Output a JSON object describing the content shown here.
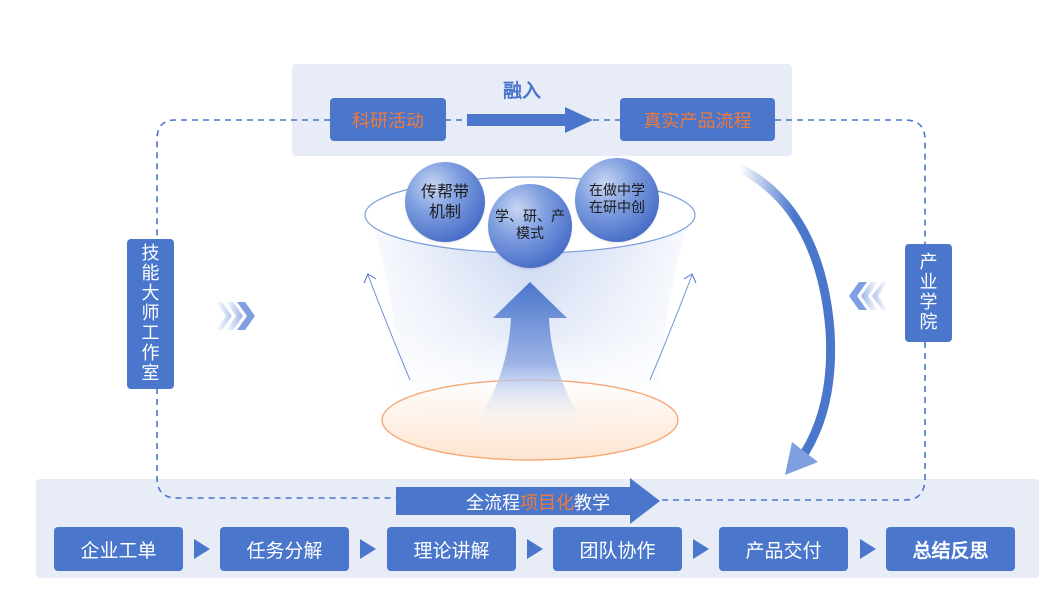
{
  "top": {
    "merge_label": "融入",
    "left_box": "科研活动",
    "right_box": "真实产品流程"
  },
  "circles": [
    {
      "line1": "传帮带",
      "line2": "机制"
    },
    {
      "line1": "学、研、产",
      "line2": "模式"
    },
    {
      "line1": "在做中学",
      "line2": "在研中创"
    }
  ],
  "side_left": {
    "chars": [
      "技",
      "能",
      "大",
      "师",
      "工",
      "作",
      "室"
    ]
  },
  "side_right": {
    "chars": [
      "产",
      "业",
      "学",
      "院"
    ]
  },
  "banner": {
    "prefix": "全流程",
    "highlight": "项目化",
    "suffix": "教学"
  },
  "steps": [
    {
      "label": "企业工单"
    },
    {
      "label": "任务分解"
    },
    {
      "label": "理论讲解"
    },
    {
      "label": "团队协作"
    },
    {
      "label": "产品交付"
    },
    {
      "label": "总结反思"
    }
  ],
  "colors": {
    "primary": "#4a76cc",
    "panel": "#e7ecf7",
    "accent": "#f07a3a"
  }
}
